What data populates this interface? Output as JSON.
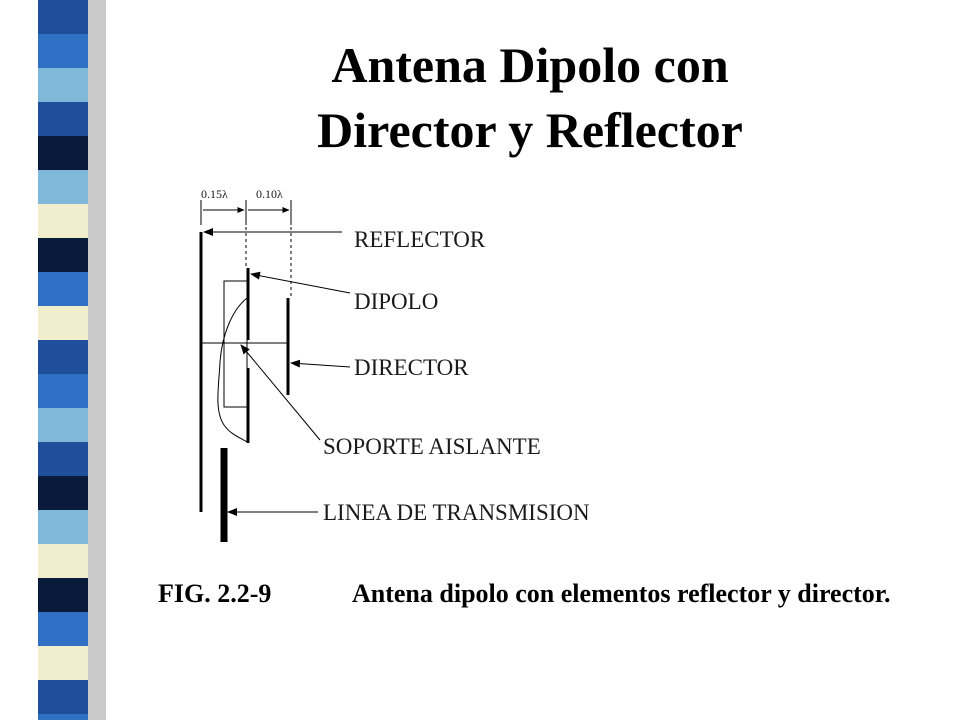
{
  "title": {
    "line1": "Antena  Dipolo  con",
    "line2": "Director y Reflector"
  },
  "diagram": {
    "dim_labels": [
      "0.15λ",
      "0.10λ"
    ],
    "labels": {
      "reflector": "REFLECTOR",
      "dipolo": "DIPOLO",
      "director": "DIRECTOR",
      "soporte": "SOPORTE AISLANTE",
      "linea": "LINEA DE TRANSMISION"
    }
  },
  "caption": {
    "number": "FIG. 2.2-9",
    "text": "Antena dipolo con elementos reflector y director."
  },
  "colors": {
    "band": [
      "#1f4e9a",
      "#5aa9d6",
      "#0a1a3a",
      "#e8e6b8",
      "#2f6fc4",
      "#000000",
      "#7fb8d8",
      "#1c3f8a",
      "#f0eecd",
      "#3a8cc7"
    ]
  }
}
